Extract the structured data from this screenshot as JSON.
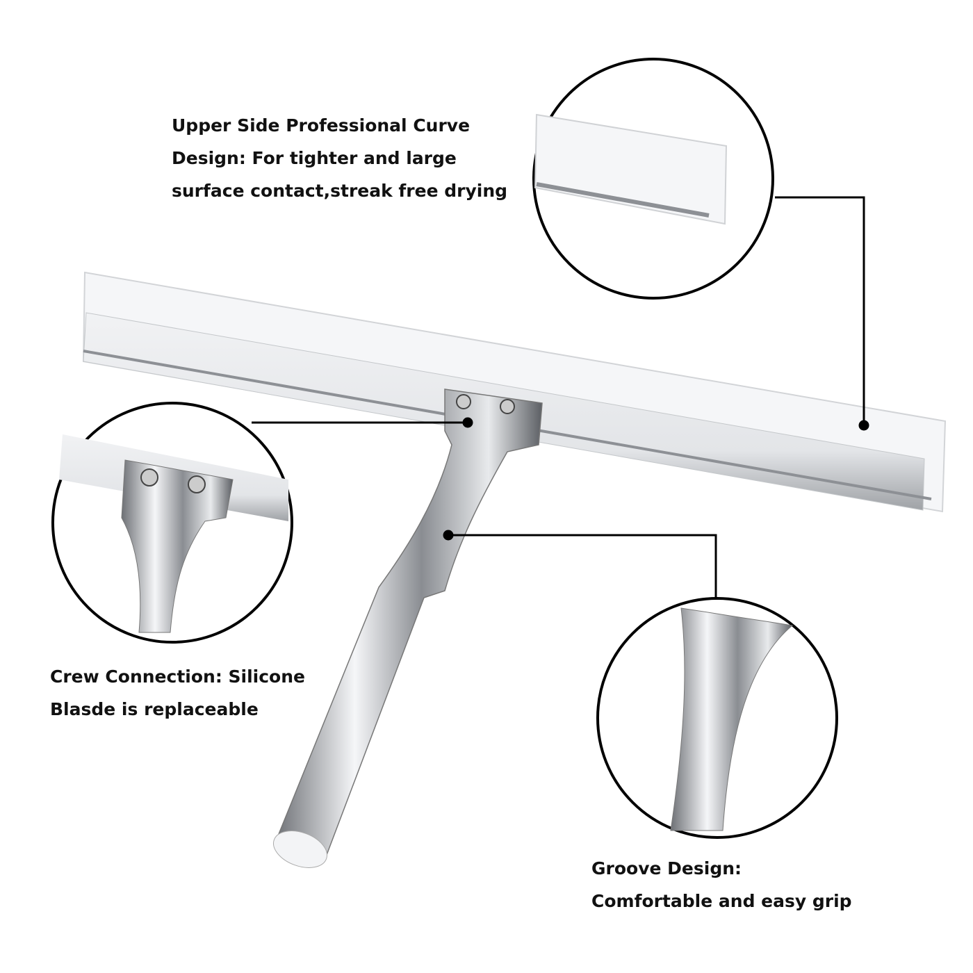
{
  "colors": {
    "outline": "#000000",
    "metal": "#c9ccd0",
    "silicone": "#f4f5f7",
    "text": "#111111"
  },
  "callouts": {
    "top": {
      "lines": [
        "Upper Side Professional Curve",
        "Design: For tighter and large",
        "surface contact,streak free drying"
      ]
    },
    "left": {
      "lines": [
        "Crew Connection: Silicone",
        "Blasde is replaceable"
      ]
    },
    "bottom": {
      "lines": [
        "Groove Design:",
        "Comfortable and easy grip"
      ]
    }
  }
}
